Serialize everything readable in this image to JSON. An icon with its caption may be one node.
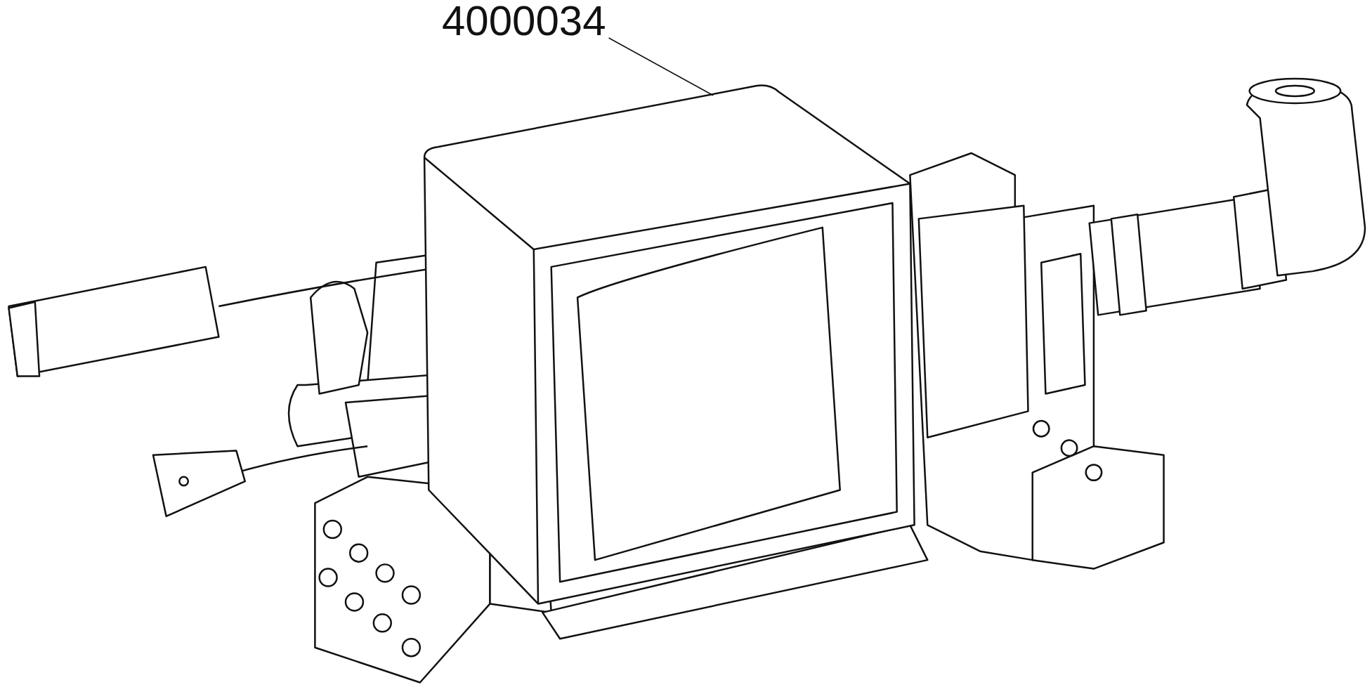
{
  "diagram": {
    "nodes": [
      {
        "text": [
          "4000034"
        ]
      },
      {
        "text": [],
        "shape": "picture"
      }
    ],
    "edges": [
      {
        "from": 0,
        "to": 1,
        "arrow": "none"
      }
    ]
  }
}
